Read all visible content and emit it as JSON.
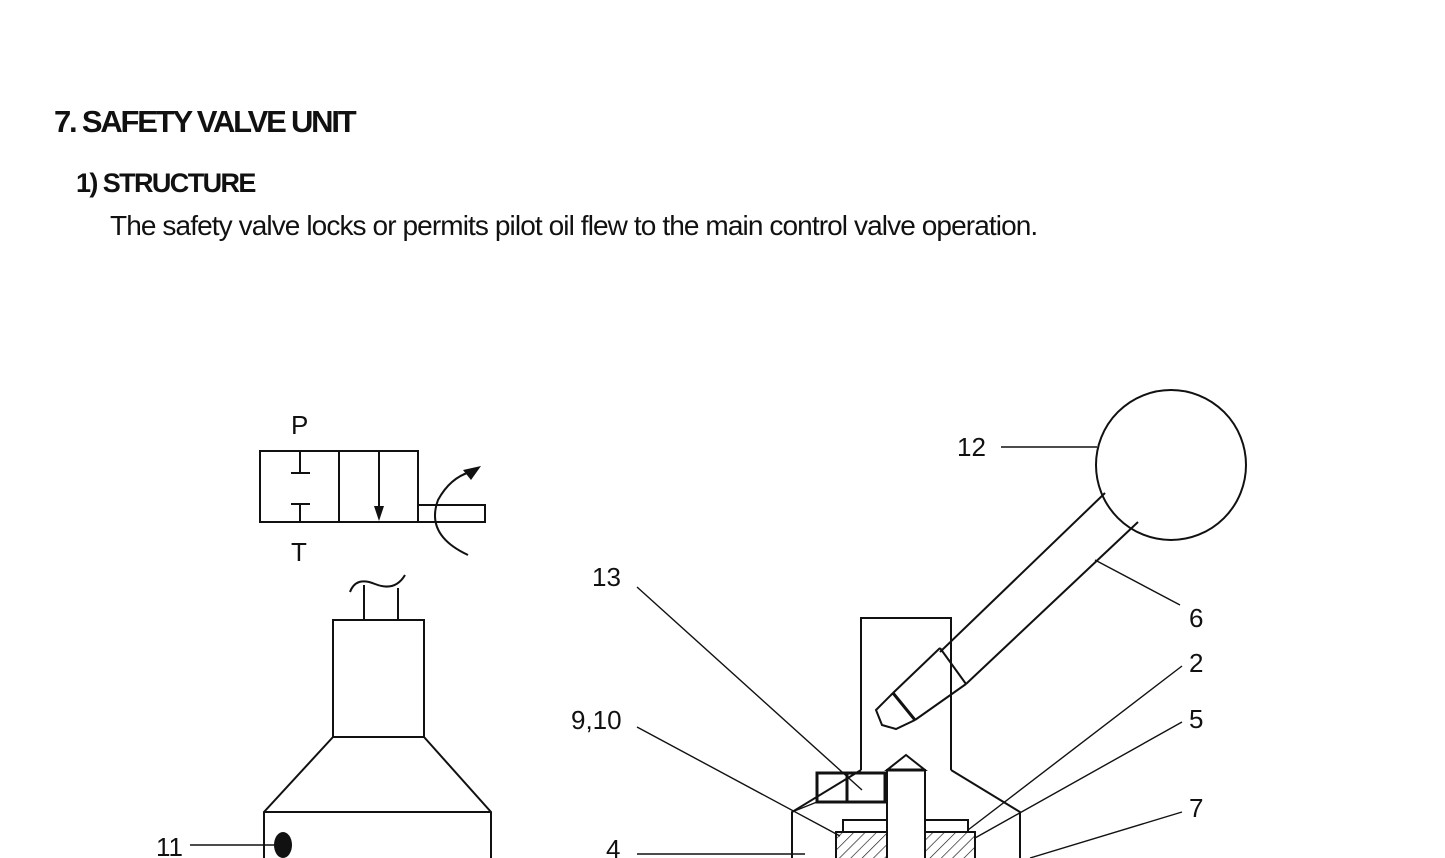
{
  "section": {
    "title": "7. SAFETY VALVE UNIT",
    "subtitle": "1) STRUCTURE",
    "description": "The safety valve locks or permits pilot oil flew to the main control valve operation."
  },
  "diagram": {
    "symbol_ports": {
      "p": "P",
      "t": "T"
    },
    "part_labels": {
      "l12": "12",
      "l13": "13",
      "l6": "6",
      "l2": "2",
      "l9_10": "9,10",
      "l5": "5",
      "l7": "7",
      "l11": "11",
      "l4": "4"
    }
  }
}
